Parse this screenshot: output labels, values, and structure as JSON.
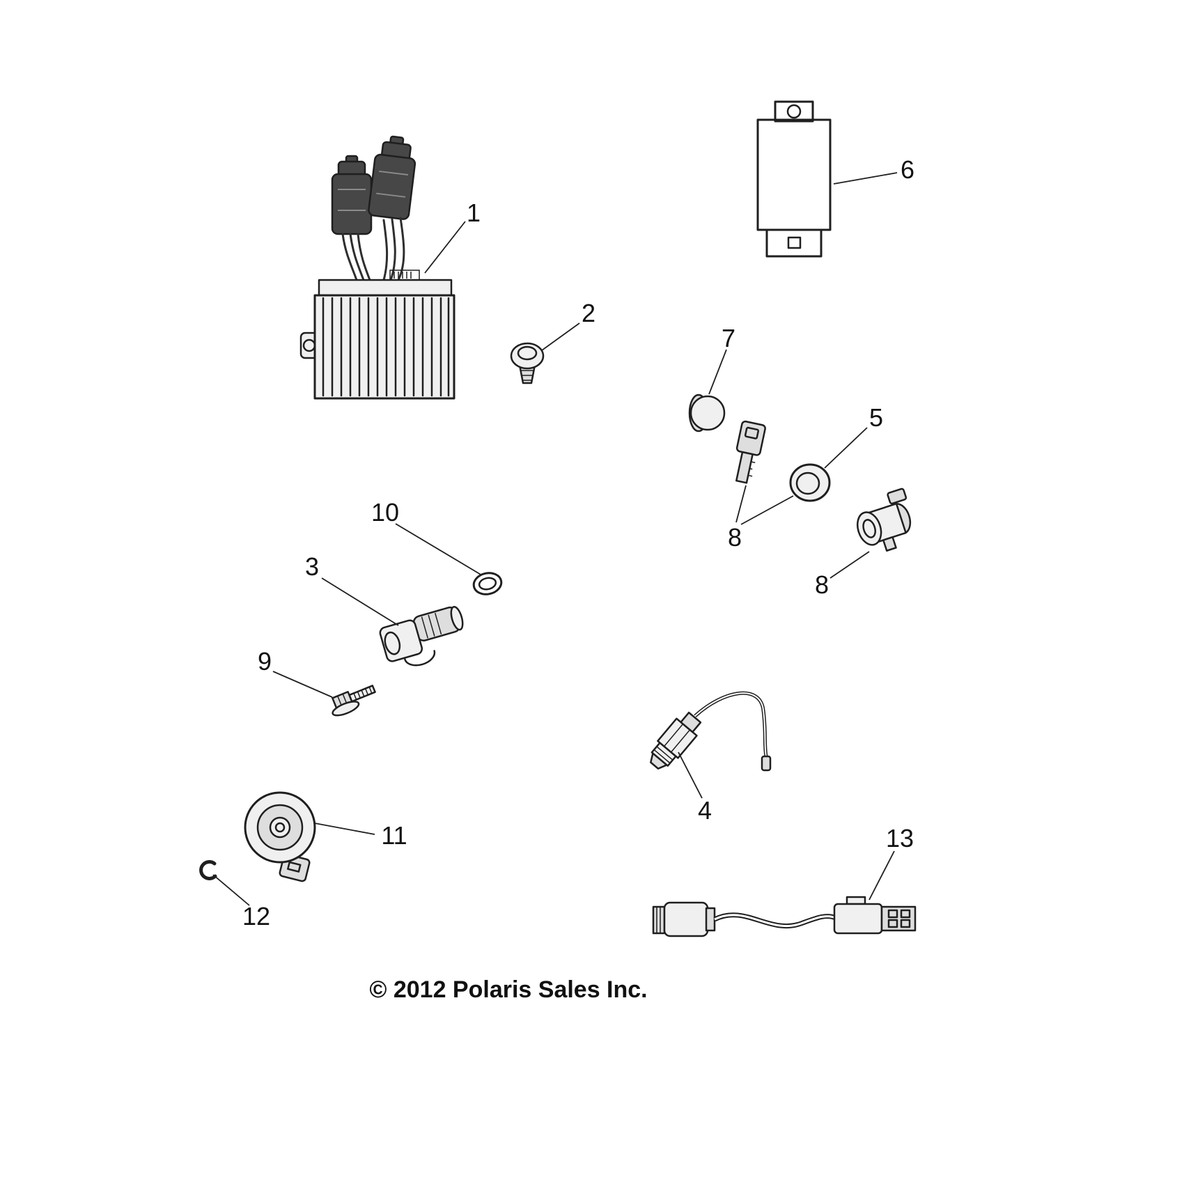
{
  "diagram": {
    "copyright": "© 2012 Polaris Sales Inc.",
    "callouts": {
      "c1": "1",
      "c2": "2",
      "c3": "3",
      "c4": "4",
      "c5": "5",
      "c6": "6",
      "c7": "7",
      "c8": "8",
      "c9": "9",
      "c10": "10",
      "c11": "11",
      "c12": "12",
      "c13": "13"
    }
  }
}
